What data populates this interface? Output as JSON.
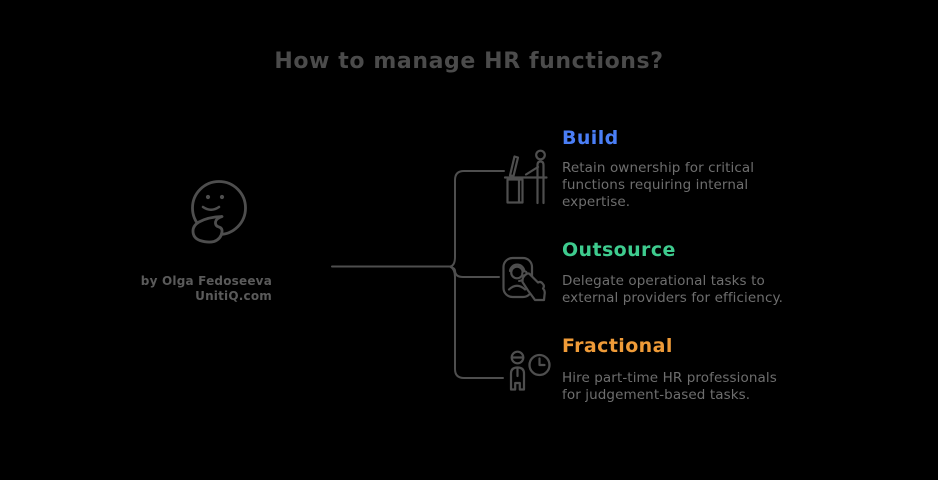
{
  "title": "How to manage HR functions?",
  "attribution": {
    "byline": "by Olga Fedoseeva",
    "site": "UnitiQ.com"
  },
  "center": {
    "icon": "thinking-face-icon"
  },
  "branches": [
    {
      "label": "Build",
      "color": "#4a7ef6",
      "description": "Retain ownership for critical functions requiring internal expertise.",
      "icon": "person-at-standing-desk-icon"
    },
    {
      "label": "Outsource",
      "color": "#3ecb8e",
      "description": "Delegate operational tasks to external providers for efficiency.",
      "icon": "support-agent-with-pointing-hand-icon"
    },
    {
      "label": "Fractional",
      "color": "#ef9b38",
      "description": "Hire part-time HR professionals for judgement-based tasks.",
      "icon": "person-with-clock-icon"
    }
  ],
  "colors": {
    "background": "#000000",
    "title_text": "#4b4b4b",
    "description_text": "#6e6e6e",
    "attribution_text": "#5a5a5a",
    "line": "#4e4e4e"
  }
}
